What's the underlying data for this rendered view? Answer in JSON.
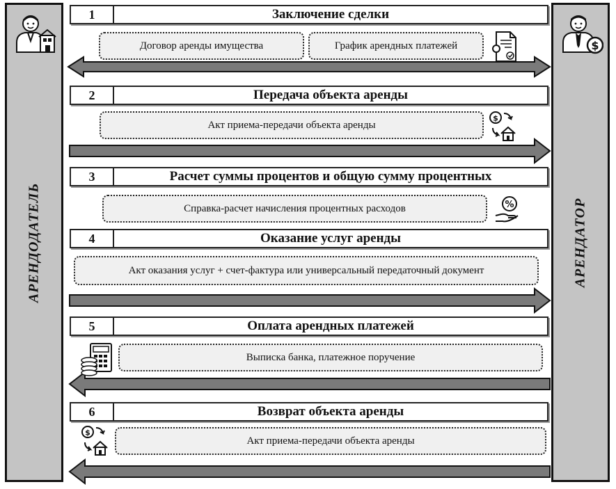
{
  "roles": {
    "lessor": "АРЕНДОДАТЕЛЬ",
    "lessee": "АРЕНДАТОР"
  },
  "stages": [
    {
      "number": "1",
      "title": "Заключение сделки",
      "documents": [
        "Договор аренды имущества",
        "График арендных платежей"
      ],
      "icon": "contract-document-icon",
      "flow": "both-directions"
    },
    {
      "number": "2",
      "title": "Передача объекта аренды",
      "documents": [
        "Акт приема-передачи объекта аренды"
      ],
      "icon": "money-property-exchange-icon",
      "flow": "lessor-to-lessee"
    },
    {
      "number": "3",
      "title": "Расчет суммы процентов и общую сумму процентных",
      "documents": [
        "Справка-расчет начисления процентных расходов"
      ],
      "icon": "percent-hand-icon",
      "flow": "none"
    },
    {
      "number": "4",
      "title": "Оказание услуг аренды",
      "documents": [
        "Акт оказания услуг + счет-фактура или универсальный передаточный документ"
      ],
      "icon": "",
      "flow": "lessor-to-lessee"
    },
    {
      "number": "5",
      "title": "Оплата арендных платежей",
      "documents": [
        "Выписка банка, платежное поручение"
      ],
      "icon": "calculator-coins-icon",
      "flow": "lessee-to-lessor"
    },
    {
      "number": "6",
      "title": "Возврат объекта аренды",
      "documents": [
        "Акт приема-передачи объекта аренды"
      ],
      "icon": "money-property-exchange-icon",
      "flow": "lessee-to-lessor"
    }
  ],
  "colors": {
    "arrow_fill": "#7a7a7a",
    "side_panel": "#c4c4c4",
    "document_box": "#f0f0f0"
  }
}
